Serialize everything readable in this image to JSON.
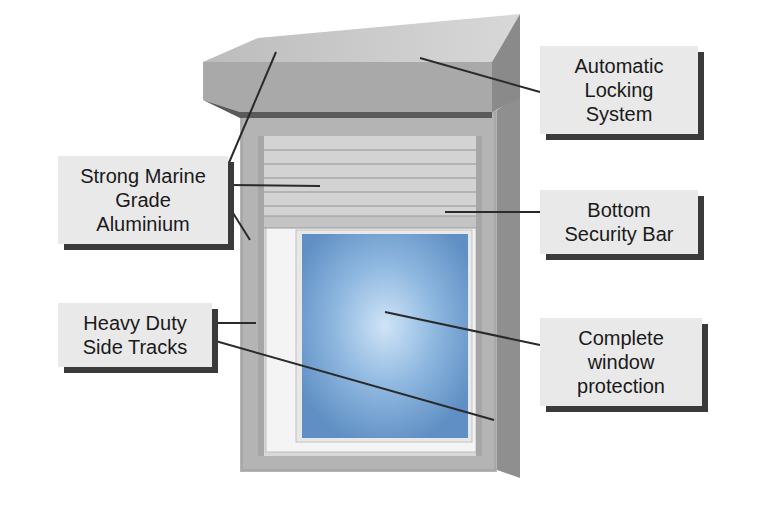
{
  "diagram": {
    "nodes": [
      {
        "text": [
          "Automatic Locking System"
        ]
      },
      {
        "text": [
          "Strong Marine Grade Aluminium"
        ]
      },
      {
        "text": [
          "Bottom Security Bar"
        ]
      },
      {
        "text": [
          "Heavy Duty Side Tracks"
        ]
      },
      {
        "text": [
          "Complete window protection"
        ]
      }
    ]
  }
}
